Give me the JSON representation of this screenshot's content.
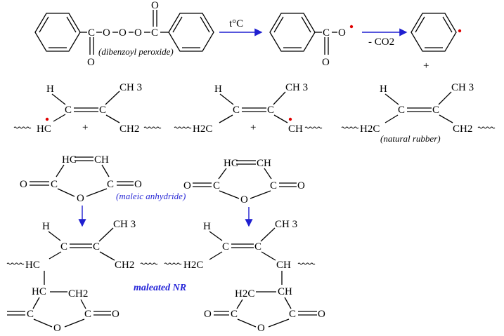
{
  "labels": {
    "C": "C",
    "O": "O",
    "H": "H",
    "CH": "CH",
    "HC": "HC",
    "CH3": "CH 3",
    "CH2": "CH2",
    "H2C": "H2C",
    "dibenzoyl_peroxide": "(dibenzoyl peroxide)",
    "condition": "t°C",
    "minus_co2": "- CO2",
    "plus": "+",
    "natural_rubber": "(natural rubber)",
    "maleic_anhydride": "(maleic anhydride)",
    "maleated_nr": "maleated NR"
  },
  "colors": {
    "arrow": "#1f1fd0",
    "radical": "#e00000",
    "label_blue": "#2b2bd6"
  }
}
